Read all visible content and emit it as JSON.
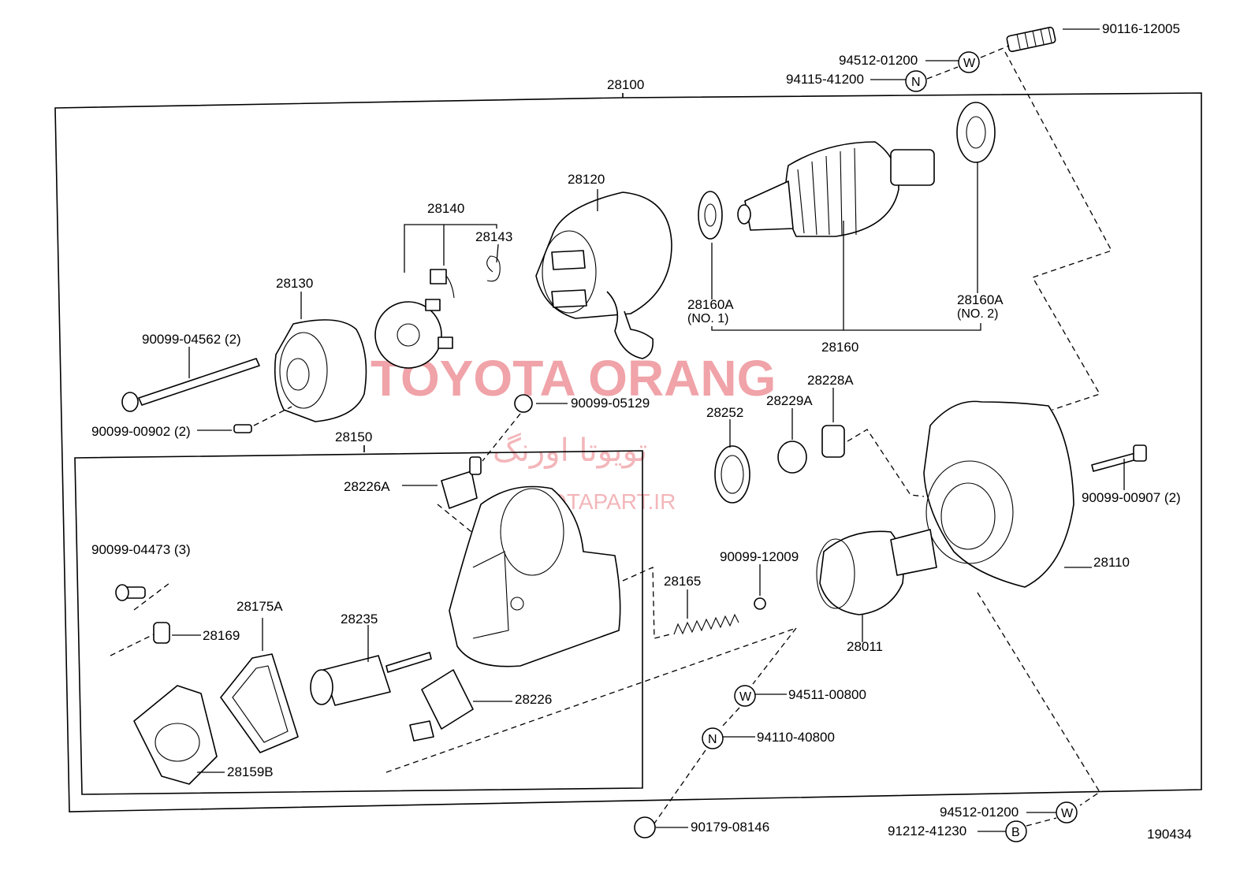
{
  "diagram_id": "190434",
  "watermark": {
    "brand": "TOYOTA ORANG",
    "brand_fa": "تویوتا اورنگ",
    "url": "TOYOTAPART.IR"
  },
  "assemblies": {
    "starter": "28100",
    "housing": "28150",
    "armature": "28160"
  },
  "parts": {
    "p_90116_12005": "90116-12005",
    "p_94512_01200_top": "94512-01200",
    "p_94115_41200": "94115-41200",
    "p_28120": "28120",
    "p_28140": "28140",
    "p_28143": "28143",
    "p_28130": "28130",
    "p_90099_04562": "90099-04562 (2)",
    "p_90099_00902": "90099-00902 (2)",
    "p_90099_05129": "90099-05129",
    "p_28160A_1": "28160A",
    "p_28160A_1_sub": "(NO. 1)",
    "p_28160A_2": "28160A",
    "p_28160A_2_sub": "(NO. 2)",
    "p_28228A": "28228A",
    "p_28229A": "28229A",
    "p_28252": "28252",
    "p_28226A": "28226A",
    "p_90099_00907": "90099-00907 (2)",
    "p_90099_04473": "90099-04473 (3)",
    "p_90099_12009": "90099-12009",
    "p_28110": "28110",
    "p_28165": "28165",
    "p_28175A": "28175A",
    "p_28169": "28169",
    "p_28235": "28235",
    "p_28011": "28011",
    "p_28226": "28226",
    "p_94511_00800": "94511-00800",
    "p_94110_40800": "94110-40800",
    "p_28159B": "28159B",
    "p_90179_08146": "90179-08146",
    "p_94512_01200_bot": "94512-01200",
    "p_91212_41230": "91212-41230"
  },
  "markers": {
    "washer": "W",
    "nut": "N",
    "bolt": "B"
  }
}
